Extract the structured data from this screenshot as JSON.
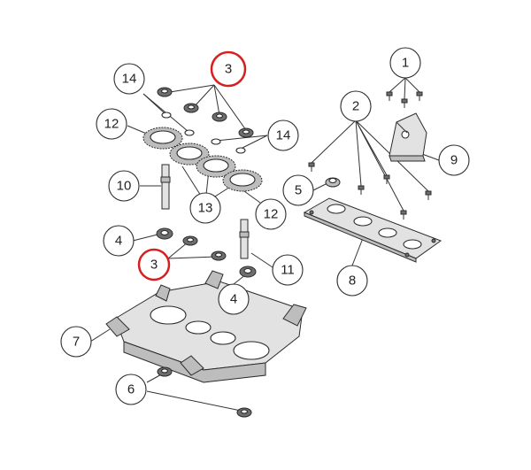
{
  "callouts": [
    {
      "label": "1"
    },
    {
      "label": "2"
    },
    {
      "label": "3"
    },
    {
      "label": "3"
    },
    {
      "label": "4"
    },
    {
      "label": "4"
    },
    {
      "label": "5"
    },
    {
      "label": "6"
    },
    {
      "label": "7"
    },
    {
      "label": "8"
    },
    {
      "label": "9"
    },
    {
      "label": "10"
    },
    {
      "label": "11"
    },
    {
      "label": "12"
    },
    {
      "label": "12"
    },
    {
      "label": "13"
    },
    {
      "label": "14"
    },
    {
      "label": "14"
    }
  ],
  "colors": {
    "highlight": "#d62020",
    "line": "#2b2b2b",
    "part_dark": "#6e6e6e",
    "part_mid": "#bdbdbd"
  }
}
